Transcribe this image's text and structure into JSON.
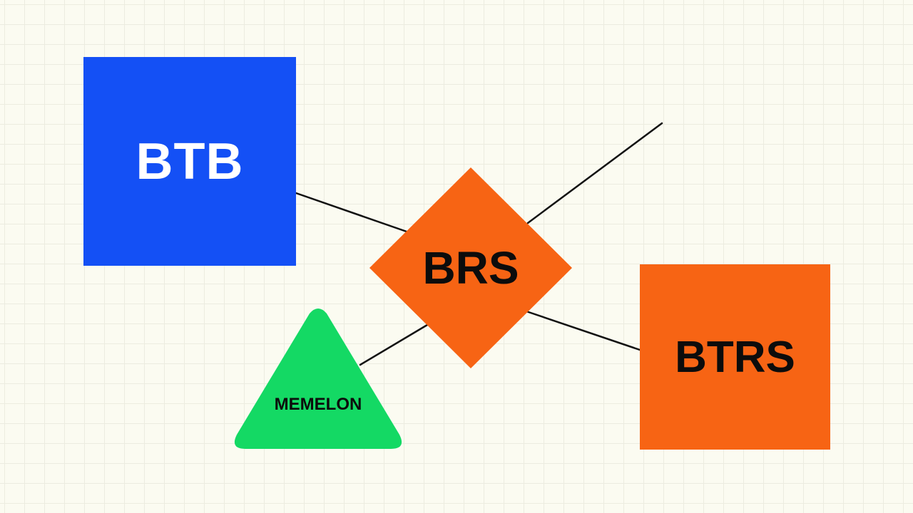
{
  "nodes": {
    "btb": {
      "label": "BTB",
      "shape": "square",
      "fill": "#1450f5",
      "text_color": "#ffffff"
    },
    "brs": {
      "label": "BRS",
      "shape": "diamond",
      "fill": "#f76414",
      "text_color": "#0c0c0c"
    },
    "btrs": {
      "label": "BTRS",
      "shape": "square",
      "fill": "#f76414",
      "text_color": "#0c0c0c"
    },
    "memelon": {
      "label": "MEMELON",
      "shape": "triangle",
      "fill": "#14d964",
      "text_color": "#0c0c0c"
    }
  },
  "edges": [
    {
      "from": "btb",
      "to": "brs"
    },
    {
      "from": "brs",
      "to": "open-end-top-right"
    },
    {
      "from": "brs",
      "to": "btrs"
    },
    {
      "from": "brs",
      "to": "memelon"
    }
  ],
  "colors": {
    "background": "#fbfbf1",
    "grid": "#ecece0",
    "connector": "#111111"
  }
}
